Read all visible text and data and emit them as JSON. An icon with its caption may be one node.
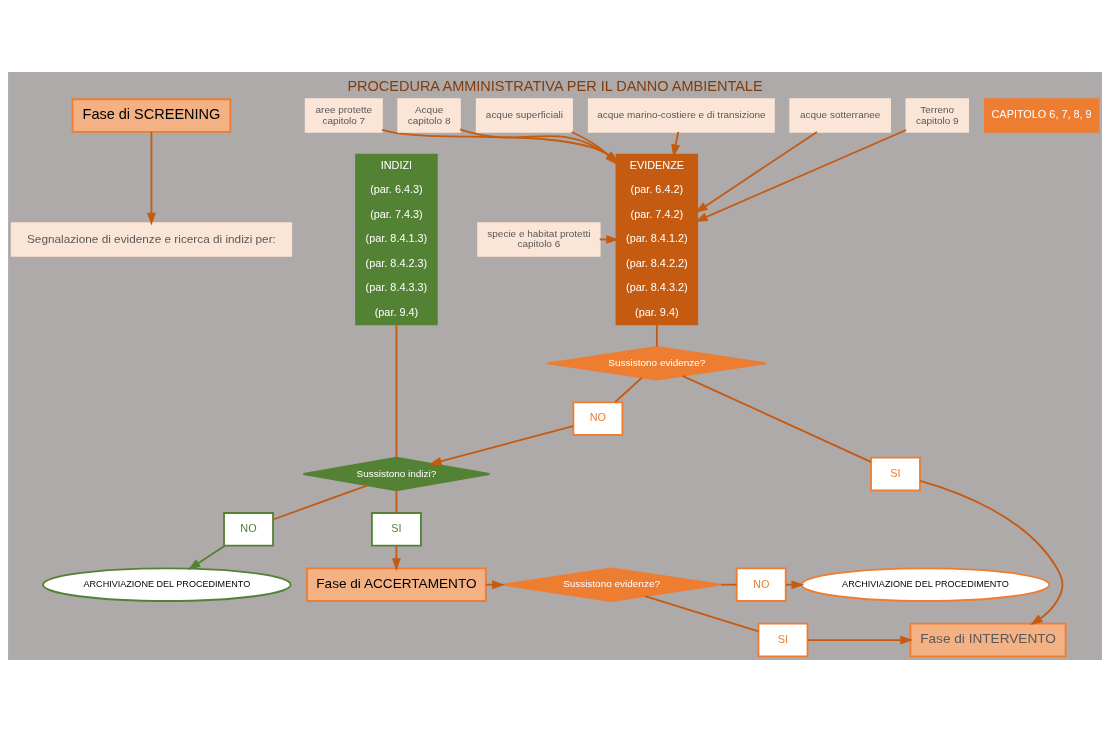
{
  "diagram": {
    "title": "PROCEDURA AMMINISTRATIVA PER IL DANNO AMBIENTALE",
    "nodes": [
      {
        "text": [
          "Fase di SCREENING"
        ]
      },
      {
        "text": [
          "Segnalazione di evidenze e ricerca di indizi per:"
        ]
      },
      {
        "text": [
          "EVIDENZE",
          "(par. 6.4.2)",
          "(par. 7.4.2)",
          "(par. 8.4.1.2)",
          "(par. 8.4.2.2)",
          "(par. 8.4.3.2)",
          "(par. 9.4)"
        ]
      },
      {
        "text": [
          "specie e habitat protetti",
          "capitolo 6"
        ]
      },
      {
        "text": [
          "aree protette",
          "capitolo 7"
        ]
      },
      {
        "text": [
          "Acque",
          "capitolo 8"
        ]
      },
      {
        "text": [
          "acque superficiali"
        ]
      },
      {
        "text": [
          "acque marino-costiere e di transizione"
        ]
      },
      {
        "text": [
          "acque sotterranee"
        ]
      },
      {
        "text": [
          "Terreno",
          "capitolo 9"
        ]
      },
      {
        "text": [
          "INDIZI",
          "(par. 6.4.3)",
          "(par. 7.4.3)",
          "(par. 8.4.1.3)",
          "(par. 8.4.2.3)",
          "(par. 8.4.3.3)",
          "(par. 9.4)"
        ]
      },
      {
        "text": [
          "Sussistono evidenze?"
        ]
      },
      {
        "text": [
          "SI"
        ]
      },
      {
        "text": [
          "NO"
        ]
      },
      {
        "text": [
          "ARCHIVIAZIONE DEL PROCEDIMENTO"
        ]
      },
      {
        "text": [
          "Sussistono indizi?"
        ]
      },
      {
        "text": [
          "NO"
        ]
      },
      {
        "text": [
          "SI"
        ]
      },
      {
        "text": [
          "Fase di ACCERTAMENTO"
        ]
      },
      {
        "text": [
          "Fase di INTERVENTO"
        ]
      },
      {
        "text": [
          "Sussistono evidenze?"
        ]
      },
      {
        "text": [
          "NO"
        ]
      },
      {
        "text": [
          "SI"
        ]
      },
      {
        "text": [
          "ARCHIVIAZIONE DEL PROCEDIMENTO"
        ]
      }
    ],
    "edges": [
      {
        "from": 0,
        "to": 1,
        "arrow": "to"
      },
      {
        "from": 3,
        "to": 2,
        "arrow": "to"
      },
      {
        "from": 4,
        "to": 2,
        "arrow": "to"
      },
      {
        "from": 5,
        "to": 2,
        "arrow": "to"
      },
      {
        "from": 6,
        "to": 2,
        "arrow": "to"
      },
      {
        "from": 7,
        "to": 2,
        "arrow": "to"
      },
      {
        "from": 8,
        "to": 2,
        "arrow": "to"
      },
      {
        "from": 9,
        "to": 2,
        "arrow": "to"
      },
      {
        "from": 2,
        "to": 11,
        "arrow": "none"
      },
      {
        "from": 11,
        "to": 12,
        "arrow": "none"
      },
      {
        "from": 11,
        "to": 13,
        "arrow": "none"
      },
      {
        "from": 12,
        "to": 19,
        "arrow": "to"
      },
      {
        "from": 13,
        "to": 15,
        "arrow": "to"
      },
      {
        "from": 10,
        "to": 15,
        "arrow": "none"
      },
      {
        "from": 15,
        "to": 16,
        "arrow": "none"
      },
      {
        "from": 15,
        "to": 17,
        "arrow": "none"
      },
      {
        "from": 16,
        "to": 14,
        "arrow": "to",
        "color": "#548235"
      },
      {
        "from": 17,
        "to": 18,
        "arrow": "to"
      },
      {
        "from": 18,
        "to": 20,
        "arrow": "to"
      },
      {
        "from": 20,
        "to": 21,
        "arrow": "none"
      },
      {
        "from": 21,
        "to": 23,
        "arrow": "to"
      },
      {
        "from": 20,
        "to": 22,
        "arrow": "none"
      },
      {
        "from": 22,
        "to": 19,
        "arrow": "to"
      }
    ],
    "labels": [
      "CAPITOLO 6, 7, 8, 9"
    ]
  }
}
